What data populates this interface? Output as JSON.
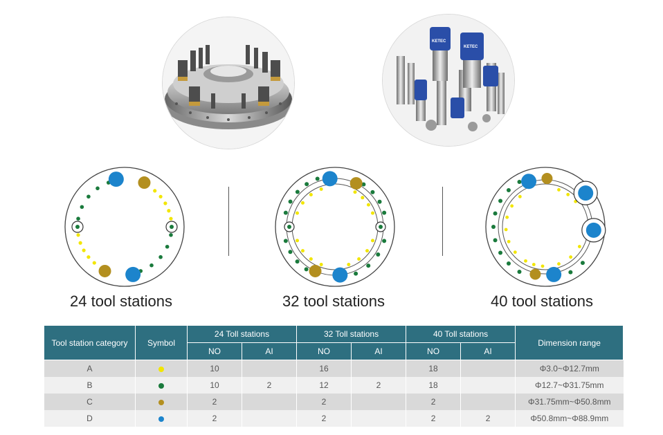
{
  "colors": {
    "yellow": "#f2e600",
    "green": "#1a7a3c",
    "olive": "#b38f1f",
    "blue": "#1c84cc",
    "header": "#2e6f80"
  },
  "photos": [
    {
      "name": "turret-photo",
      "icon": "turret-disc-image"
    },
    {
      "name": "tooling-photo",
      "icon": "ketec-punch-tools-image",
      "logo_text": "KETEC"
    }
  ],
  "diagrams": [
    {
      "label": "24 tool stations"
    },
    {
      "label": "32 tool stations"
    },
    {
      "label": "40 tool stations"
    }
  ],
  "table": {
    "head": {
      "category": "Tool station category",
      "symbol": "Symbol",
      "groups": [
        "24 Toll stations",
        "32 Toll stations",
        "40 Toll stations"
      ],
      "dimension": "Dimension range",
      "sub": [
        "NO",
        "AI",
        "NO",
        "AI",
        "NO",
        "AI"
      ]
    },
    "rows": [
      {
        "cat": "A",
        "symbol_color": "#f2e600",
        "no24": "10",
        "ai24": "",
        "no32": "16",
        "ai32": "",
        "no40": "18",
        "ai40": "",
        "dim": "Φ3.0~Φ12.7mm"
      },
      {
        "cat": "B",
        "symbol_color": "#1a7a3c",
        "no24": "10",
        "ai24": "2",
        "no32": "12",
        "ai32": "2",
        "no40": "18",
        "ai40": "",
        "dim": "Φ12.7~Φ31.75mm"
      },
      {
        "cat": "C",
        "symbol_color": "#b38f1f",
        "no24": "2",
        "ai24": "",
        "no32": "2",
        "ai32": "",
        "no40": "2",
        "ai40": "",
        "dim": "Φ31.75mm~Φ50.8mm"
      },
      {
        "cat": "D",
        "symbol_color": "#1c84cc",
        "no24": "2",
        "ai24": "",
        "no32": "2",
        "ai32": "",
        "no40": "2",
        "ai40": "2",
        "dim": "Φ50.8mm~Φ88.9mm"
      }
    ]
  }
}
